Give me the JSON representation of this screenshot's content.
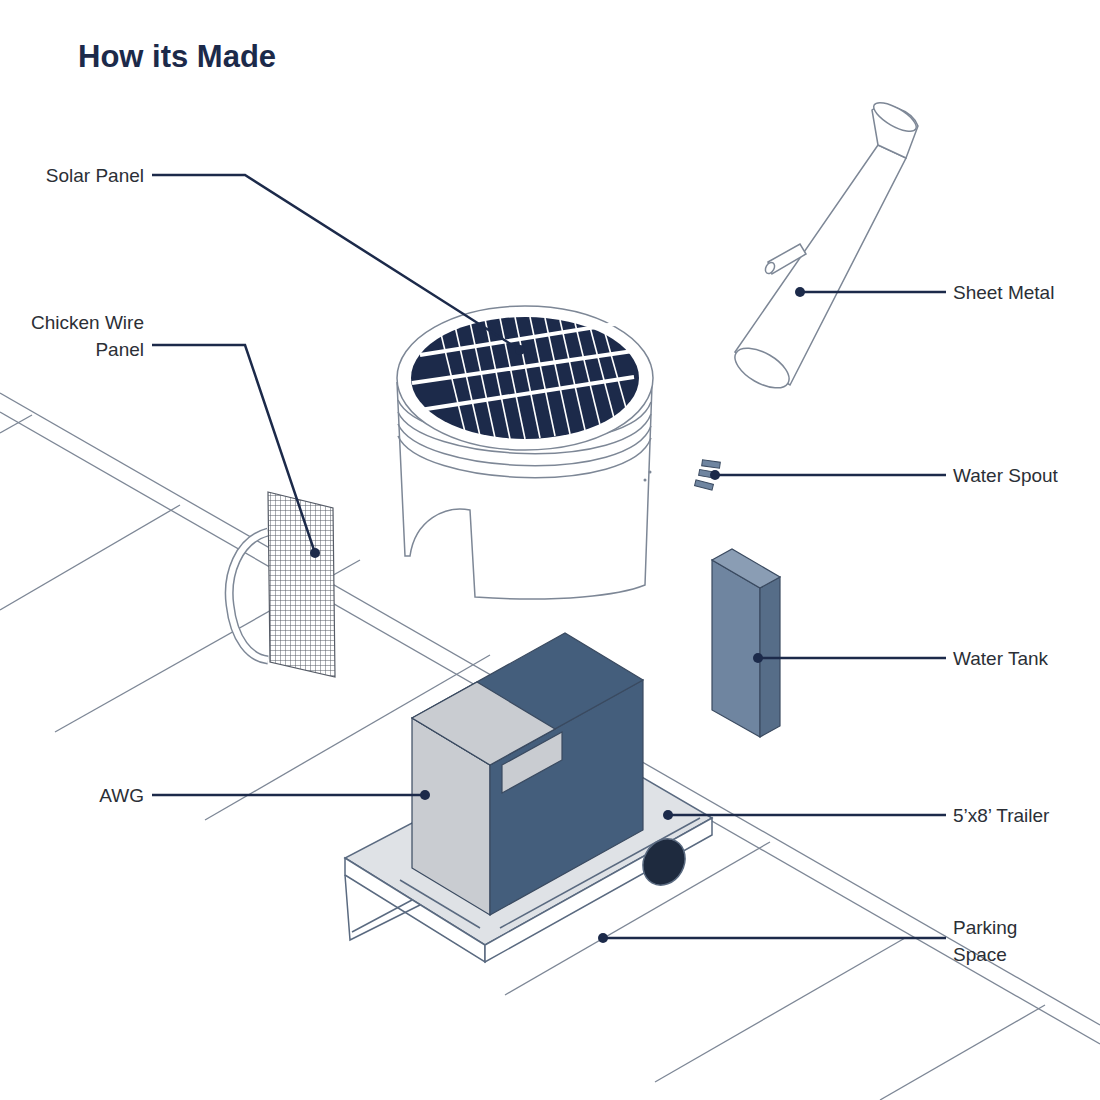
{
  "diagram": {
    "title": "How its Made",
    "labels": [
      "Solar Panel",
      "Chicken Wire Panel",
      "Sheet Metal",
      "Water Spout",
      "Water Tank",
      "AWG",
      "5’x8’ Trailer",
      "Parking Space"
    ]
  }
}
